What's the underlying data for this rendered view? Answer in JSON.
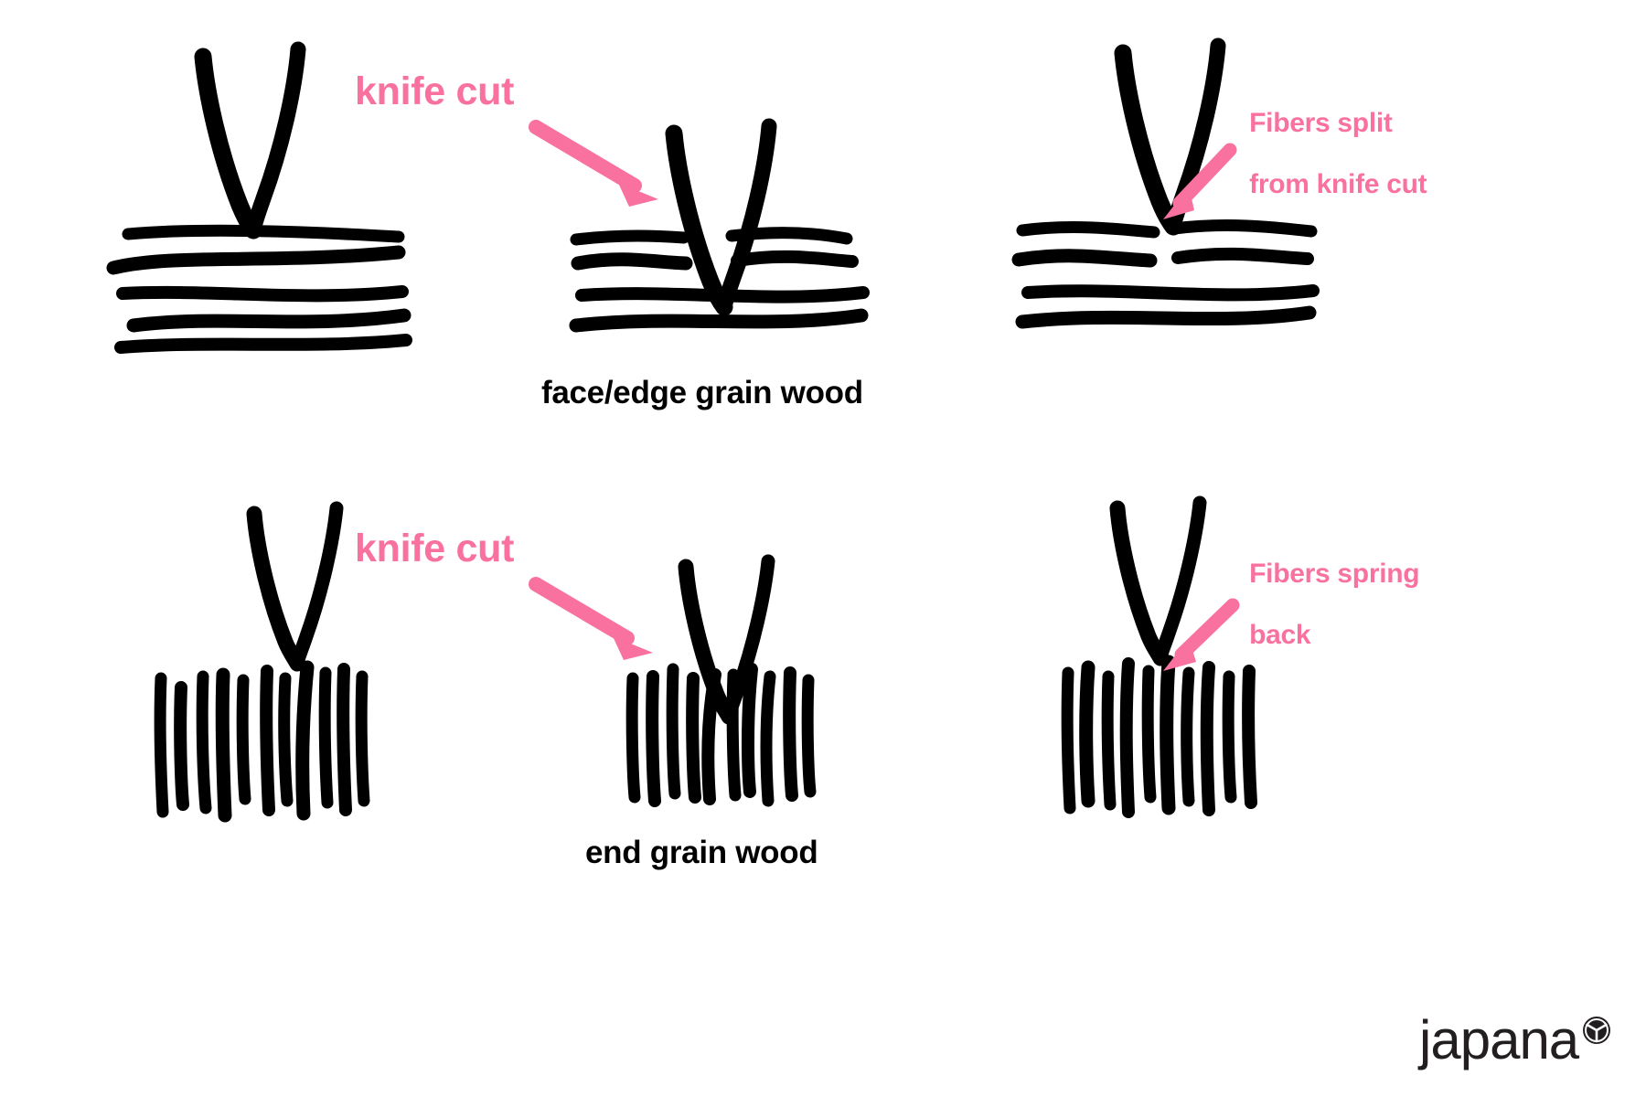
{
  "diagram": {
    "title_alt": "Knife cut behavior in face/edge grain wood versus end grain wood",
    "background_color": "#FFFFFF",
    "ink_color": "#000000",
    "accent_color": "#F9719F"
  },
  "annotations": {
    "knife_cut_top": "knife cut",
    "knife_cut_bottom": "knife cut",
    "fibers_split_line1": "Fibers split",
    "fibers_split_line2": "from knife cut",
    "fibers_spring_line1": "Fibers spring",
    "fibers_spring_line2": "back"
  },
  "captions": {
    "row_top": "face/edge grain wood",
    "row_bottom": "end grain wood"
  },
  "rows": [
    {
      "name": "face-edge-grain-row",
      "caption": "face/edge grain wood",
      "grain_orientation": "horizontal",
      "panels": [
        {
          "name": "panel-before-cut",
          "stage": "knife above uncut horizontal grain",
          "knife": true,
          "cut": false
        },
        {
          "name": "panel-during-cut",
          "stage": "knife cutting into horizontal grain",
          "knife": true,
          "cut": true
        },
        {
          "name": "panel-after-cut",
          "stage": "fibers split from knife cut",
          "knife": true,
          "cut": true
        }
      ]
    },
    {
      "name": "end-grain-row",
      "caption": "end grain wood",
      "grain_orientation": "vertical",
      "panels": [
        {
          "name": "panel-before-cut",
          "stage": "knife above uncut vertical fibers",
          "knife": true,
          "cut": false
        },
        {
          "name": "panel-during-cut",
          "stage": "knife cutting into vertical fibers",
          "knife": true,
          "cut": true
        },
        {
          "name": "panel-after-cut",
          "stage": "fibers spring back",
          "knife": true,
          "cut": true
        }
      ]
    }
  ],
  "brand": {
    "wordmark": "japana",
    "mark": "japana-mon-icon"
  }
}
